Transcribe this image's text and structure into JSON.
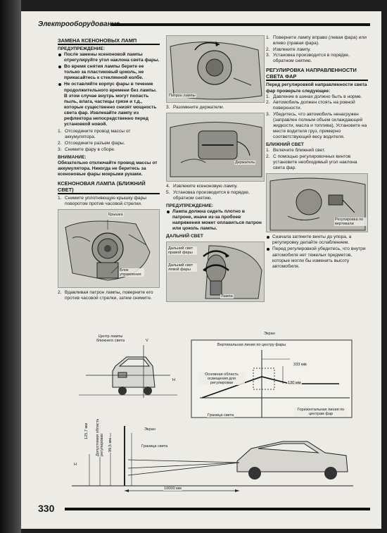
{
  "header": {
    "title": "Электрооборудование"
  },
  "col1": {
    "sec1_title": "ЗАМЕНА КСЕНОНОВЫХ ЛАМП",
    "warning_label": "ПРЕДУПРЕЖДЕНИЕ:",
    "warnings": [
      "После замены ксеноновой лампы отрегулируйте угол наклона света фары.",
      "Во время снятия лампы берите ее только за пластиковый цоколь, не прикасайтесь к стеклянной колбе.",
      "Не оставляйте корпус фары в течение продолжительного времени без лампы. В этом случае внутрь могут попасть пыль, влага, частицы грязи и т.д., которые существенно снизят мощность света фар. Извлекайте лампу из рефлектора непосредственно перед установкой новой."
    ],
    "steps": [
      {
        "n": "1.",
        "t": "Отсоедините провод массы от аккумулятора."
      },
      {
        "n": "2.",
        "t": "Отсоедините разъем фары."
      },
      {
        "n": "3.",
        "t": "Снимите фару в сборе."
      }
    ],
    "attention_label": "ВНИМАНИЕ:",
    "attention_text": "Обязательно отключайте провод массы от аккумулятора. Никогда не беритесь за ксеноновые фары мокрыми руками.",
    "sec2_title": "КСЕНОНОВАЯ ЛАМПА (БЛИЖНИЙ СВЕТ)",
    "sec2_steps": [
      {
        "n": "1.",
        "t": "Снимите уплотняющую крышку фары поворотом против часовой стрелки."
      }
    ],
    "fig_label_cover": "Крышка",
    "fig_label_block": "Блок управления",
    "sec2_steps_b": [
      {
        "n": "2.",
        "t": "Вдавливая патрон лампы, поверните его против часовой стрелки, затем снимите."
      }
    ]
  },
  "col2": {
    "fig1_label": "Патрон лампы",
    "step3": {
      "n": "3.",
      "t": "Разомкните держатели."
    },
    "fig2_label": "Держатель",
    "steps": [
      {
        "n": "4.",
        "t": "Извлеките ксеноновую лампу."
      },
      {
        "n": "5.",
        "t": "Установка производится в порядке, обратном снятию."
      }
    ],
    "warning_label": "ПРЕДУПРЕЖДЕНИЕ:",
    "warning_text": "Лампа должна сидеть плотно в патроне, иначе из-за пробоев напряжения может оплавиться патрон или цоколь лампы.",
    "high_title": "ДАЛЬНИЙ СВЕТ",
    "fig3_label_right": "Дальний свет правой фары",
    "fig3_label_left": "Дальний свет левой фары",
    "fig3_label_lamp": "Лампа"
  },
  "col3": {
    "steps_top": [
      {
        "n": "1.",
        "t": "Поверните лампу вправо (левая фара) или влево (правая фара)."
      },
      {
        "n": "2.",
        "t": "Извлеките лампу."
      },
      {
        "n": "3.",
        "t": "Установка производится в порядке, обратном снятию."
      }
    ],
    "adj_title": "РЕГУЛИРОВКА НАПРАВЛЕННОСТИ СВЕТА ФАР",
    "adj_intro": "Перед регулировкой направленности света фар проверьте следующее:",
    "adj_steps": [
      {
        "n": "1.",
        "t": "Давление в шинах должно быть в норме."
      },
      {
        "n": "2.",
        "t": "Автомобиль должен стоять на ровной поверхности."
      },
      {
        "n": "3.",
        "t": "Убедитесь, что автомобиль ненагружен (заправлен полным объем охлаждающей жидкости, масла и топлива). Установите на месте водителя груз, примерно соответствующий весу водителя."
      }
    ],
    "low_title": "БЛИЖНИЙ СВЕТ",
    "low_steps": [
      {
        "n": "1.",
        "t": "Включите ближний свет."
      },
      {
        "n": "2.",
        "t": "С помощью регулировочных винтов установите необходимый угол наклона света фар."
      }
    ],
    "fig_label": "Регулировка по вертикали",
    "bullets": [
      "Сначала затяните винты до упора, а регулировку делайте ослаблением.",
      "Перед регулировкой убедитесь, что внутри автомобиля нет тяжелых предметов, которые могли бы изменить высоту автомобиля."
    ]
  },
  "diagram": {
    "screen": "Экран",
    "center_low": "Центр лампы ближнего света",
    "v": "V",
    "h": "H",
    "vertical_line": "Вертикальная линия по центру фары",
    "d333": "333 мм",
    "d130": "130 мм",
    "main_area": "Основная область освещения для регулировки",
    "horizontal_line": "Горизонтальная линия по центрам фар",
    "boundary": "Граница света",
    "screen2": "Экран",
    "boundary2": "Граница света",
    "d1257": "125,7 мм",
    "allowed": "Допустимая область регулировки",
    "d995": "99,5 мм",
    "d10000": "10000 мм"
  },
  "footer": {
    "page_number": "330"
  }
}
